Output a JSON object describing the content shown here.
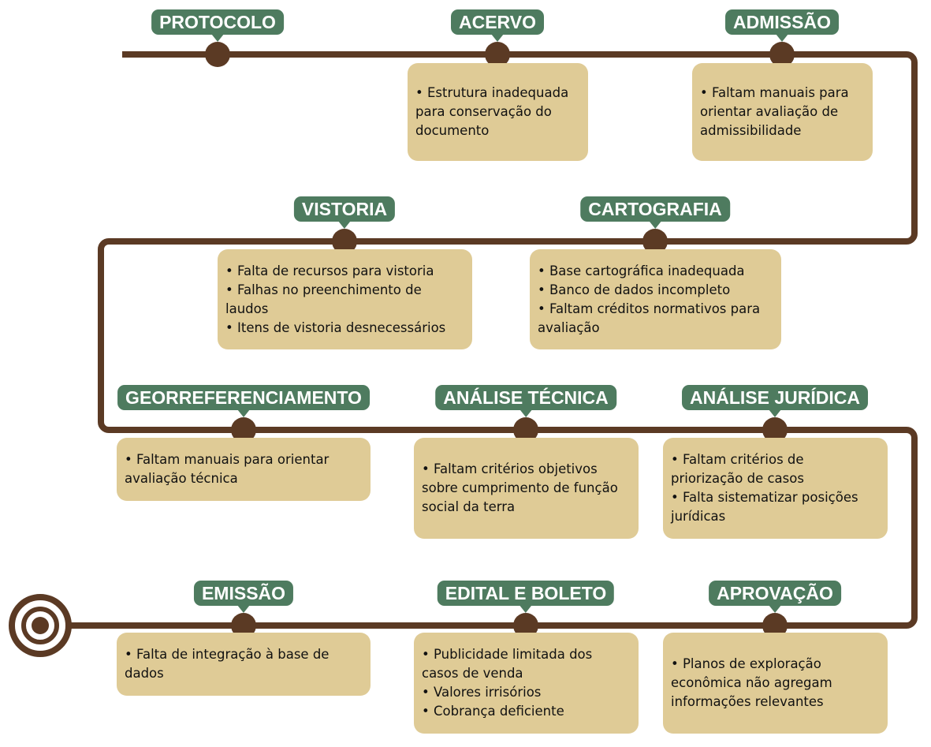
{
  "colors": {
    "track": "#5b3a24",
    "label_bg": "#4e7b5f",
    "label_text": "#ffffff",
    "box_bg": "#dfcb96",
    "box_text": "#111111"
  },
  "stages": [
    {
      "key": "protocolo",
      "title": "PROTOCOLO",
      "items": []
    },
    {
      "key": "acervo",
      "title": "ACERVO",
      "items": [
        "• Estrutura inadequada para conservação do documento"
      ]
    },
    {
      "key": "admissao",
      "title": "ADMISSÃO",
      "items": [
        "• Faltam manuais para orientar avaliação de admissibilidade"
      ]
    },
    {
      "key": "vistoria",
      "title": "VISTORIA",
      "items": [
        "• Falta de recursos para vistoria",
        "• Falhas no preenchimento de laudos",
        "• Itens de vistoria desnecessários"
      ]
    },
    {
      "key": "cartografia",
      "title": "CARTOGRAFIA",
      "items": [
        "• Base cartográfica inadequada",
        "• Banco de dados incompleto",
        "• Faltam créditos normativos para avaliação"
      ]
    },
    {
      "key": "georreferenciamento",
      "title": "GEORREFERENCIAMENTO",
      "items": [
        "• Faltam manuais para orientar avaliação técnica"
      ]
    },
    {
      "key": "analise-tecnica",
      "title": "ANÁLISE TÉCNICA",
      "items": [
        "• Faltam critérios objetivos sobre cumprimento de função social da terra"
      ]
    },
    {
      "key": "analise-juridica",
      "title": "ANÁLISE JURÍDICA",
      "items": [
        "• Faltam critérios de priorização de casos",
        "• Falta sistematizar posições jurídicas"
      ]
    },
    {
      "key": "emissao",
      "title": "EMISSÃO",
      "items": [
        "• Falta de integração à base de dados"
      ]
    },
    {
      "key": "edital-e-boleto",
      "title": "EDITAL E BOLETO",
      "items": [
        "• Publicidade limitada dos casos de venda",
        "• Valores irrisórios",
        "• Cobrança deficiente"
      ]
    },
    {
      "key": "aprovacao",
      "title": "APROVAÇÃO",
      "items": [
        "• Planos de exploração econômica não agregam informações relevantes"
      ]
    }
  ]
}
